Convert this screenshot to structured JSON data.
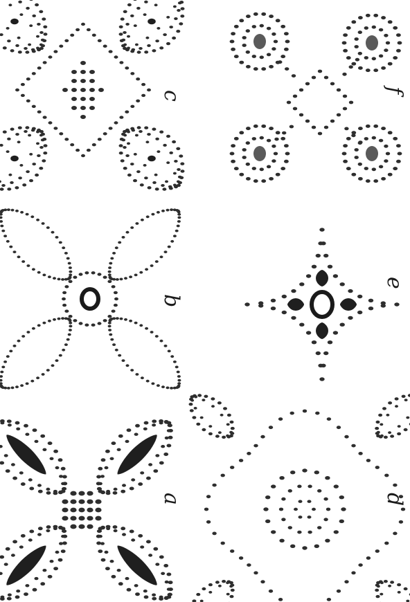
{
  "figures": [
    {
      "id": "a",
      "label": "a"
    },
    {
      "id": "b",
      "label": "b"
    },
    {
      "id": "c",
      "label": "c"
    },
    {
      "id": "d",
      "label": "d"
    },
    {
      "id": "e",
      "label": "e"
    },
    {
      "id": "f",
      "label": "f"
    }
  ],
  "style": {
    "ink": "#2e2e2e",
    "paper": "#ffffff"
  }
}
